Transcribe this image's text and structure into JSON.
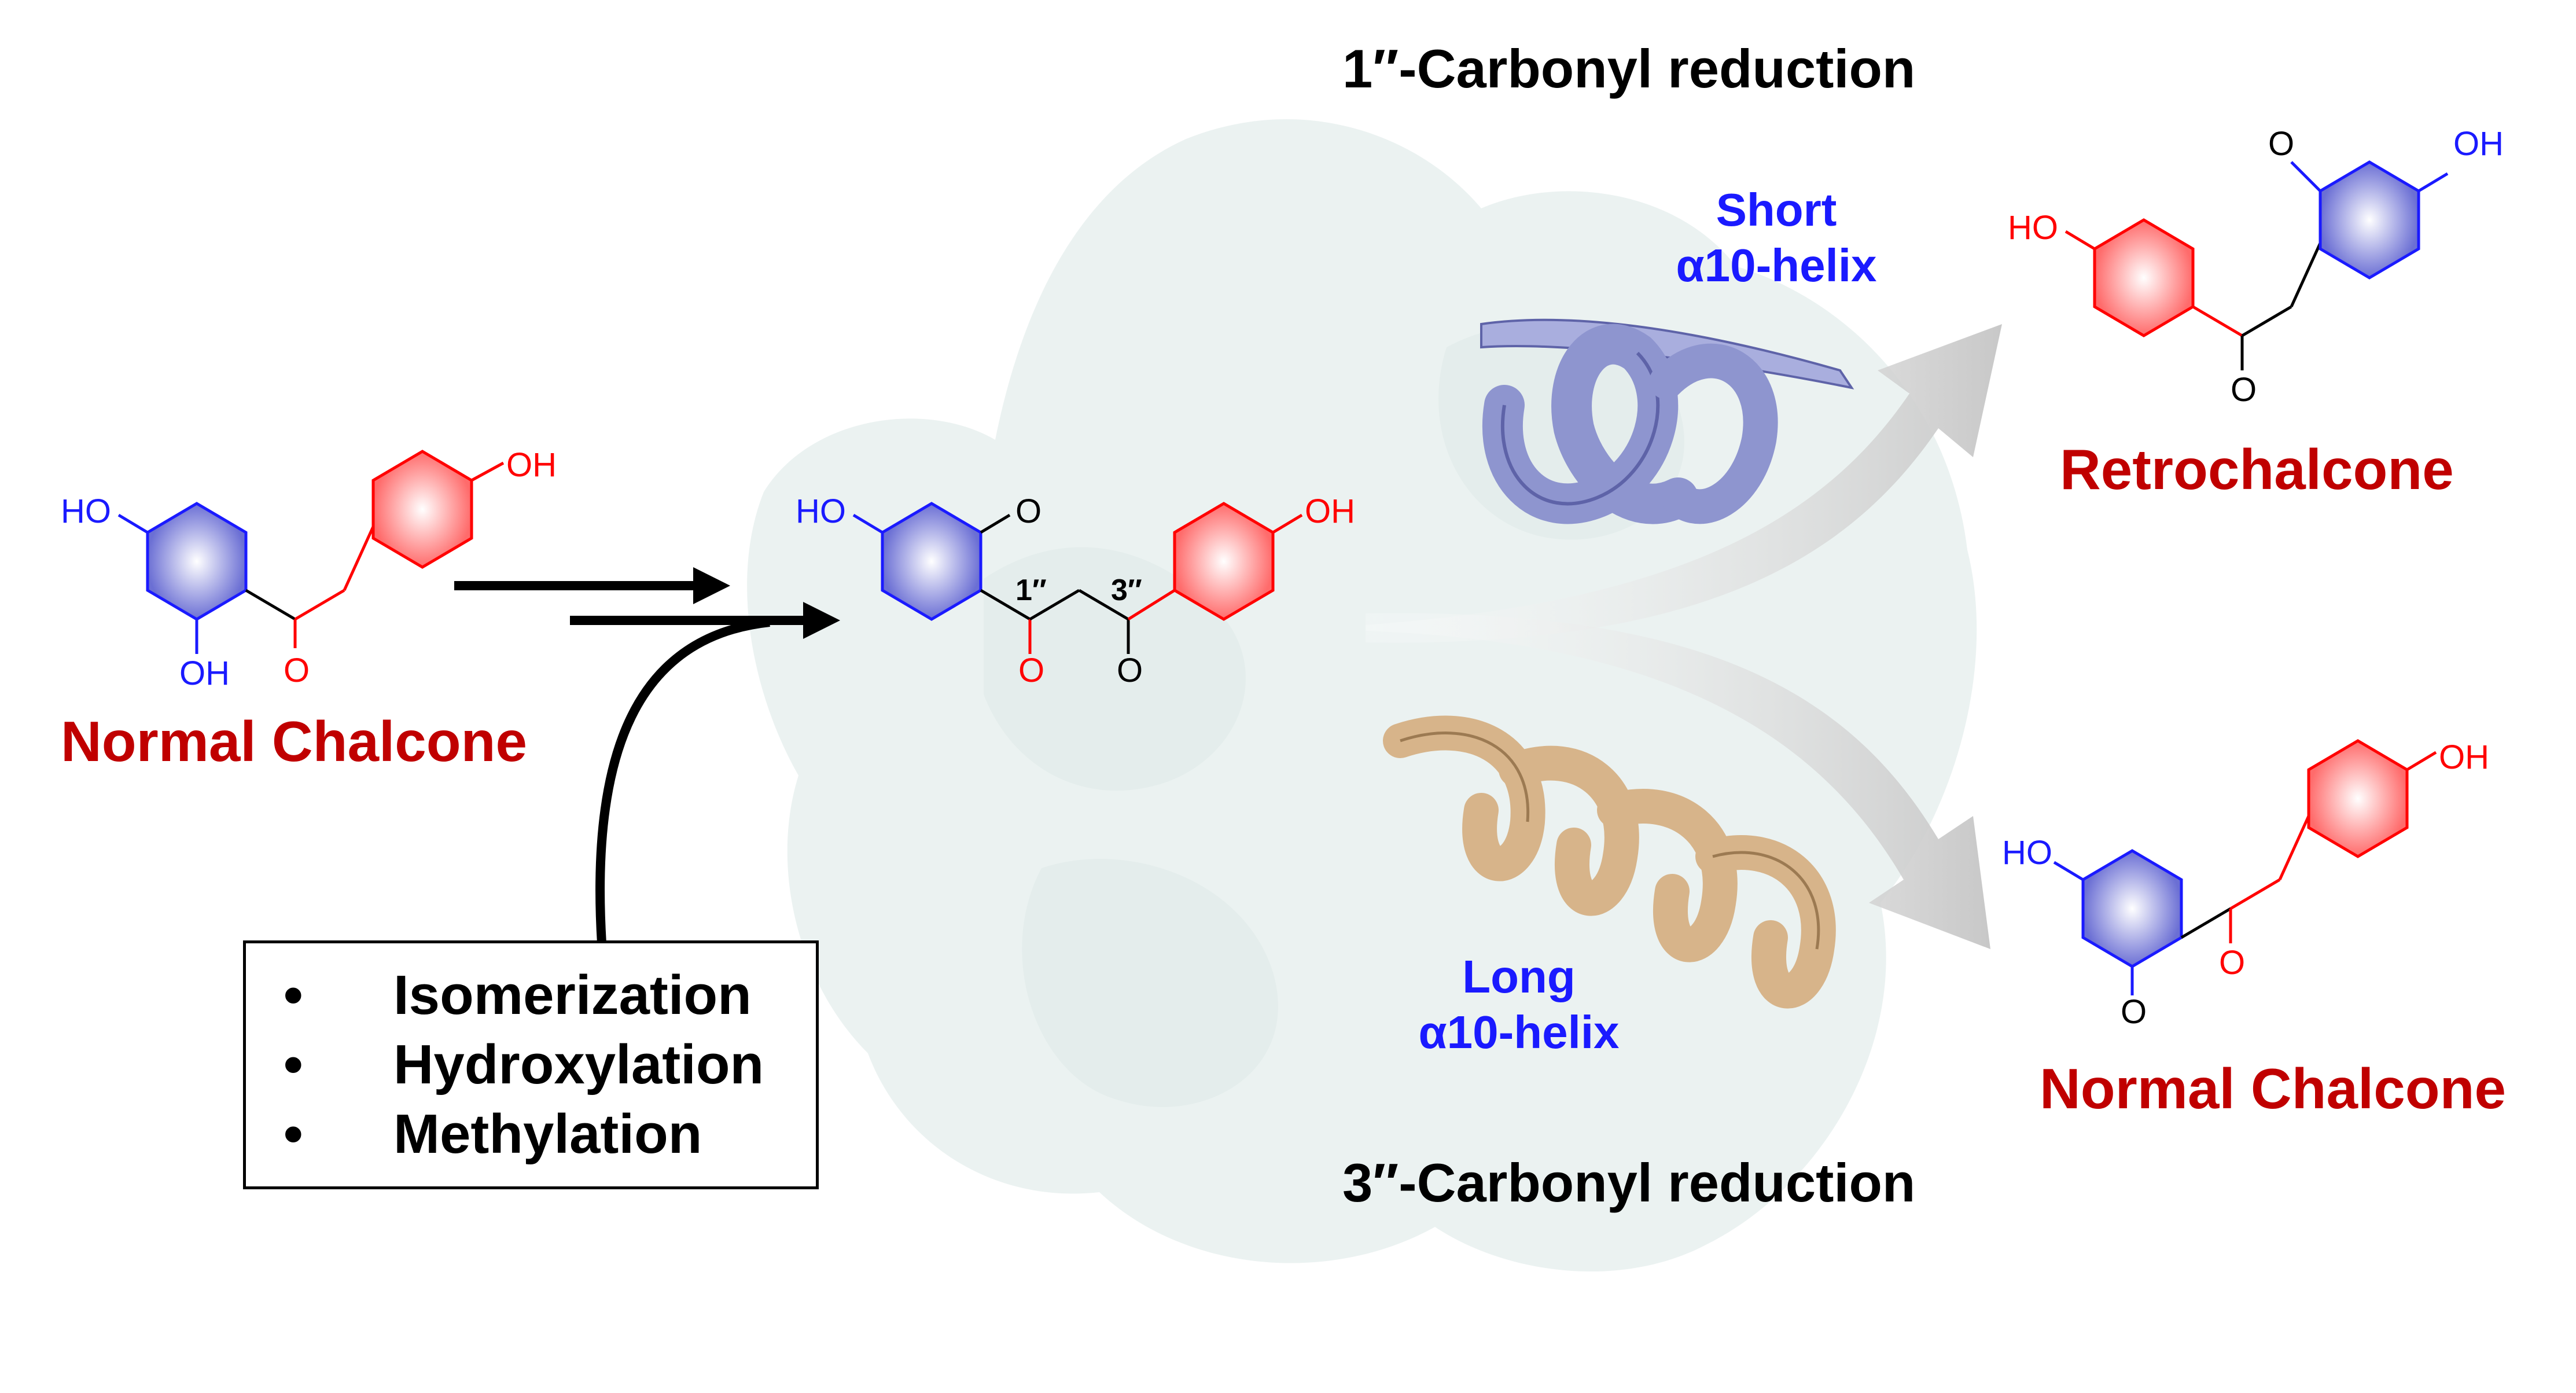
{
  "headings": {
    "top": "1″-Carbonyl reduction",
    "bottom": "3″-Carbonyl reduction"
  },
  "helices": {
    "short": [
      "Short",
      "α10-helix"
    ],
    "long": [
      "Long",
      "α10-helix"
    ]
  },
  "compounds": {
    "substrate_label": "Normal Chalcone",
    "product_top_label": "Retrochalcone",
    "product_bottom_label": "Normal Chalcone"
  },
  "atoms": {
    "OH": "OH",
    "HO": "HO",
    "O": "O",
    "pos1": "1″",
    "pos3": "3″"
  },
  "steps": [
    "Isomerization",
    "Hydroxylation",
    "Methylation"
  ],
  "bullet": "•",
  "colors": {
    "blue_ring": "#1a1aff",
    "red_ring": "#ff0000",
    "label_red": "#c00000",
    "short_helix": "#8e95cf",
    "long_helix": "#d7b48a",
    "protein_surface": "#dbe8e6"
  }
}
